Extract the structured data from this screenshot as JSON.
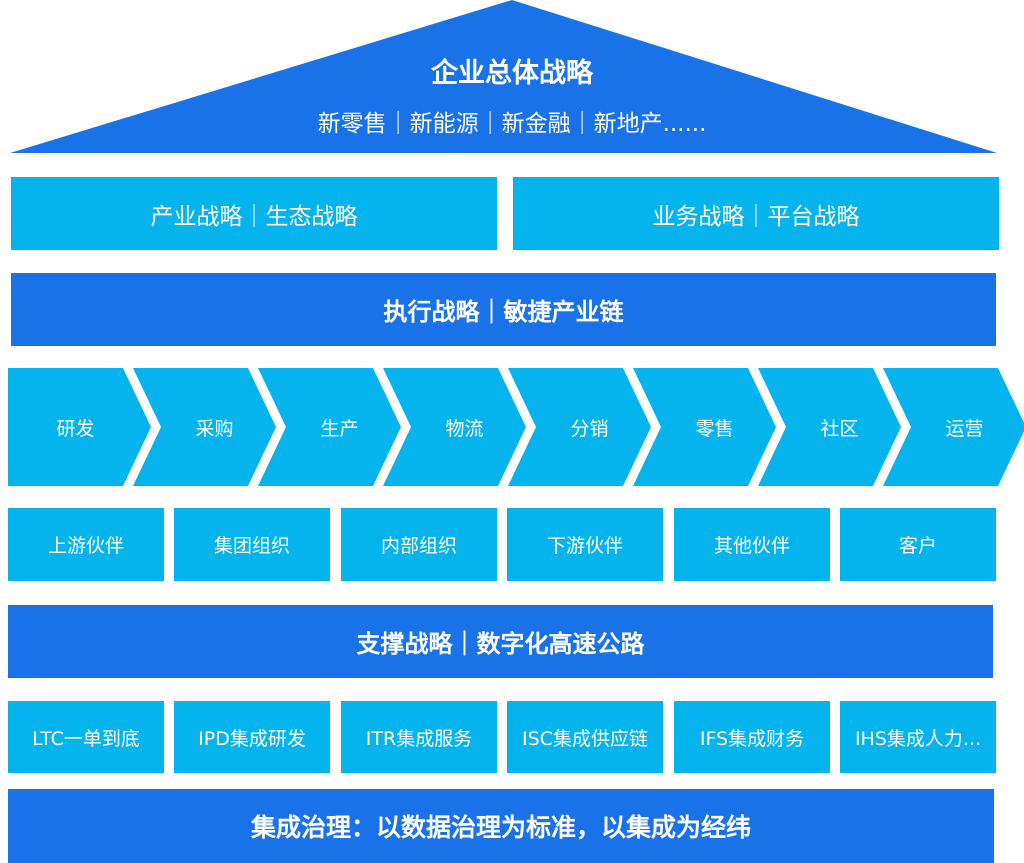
{
  "roof": {
    "title": "企业总体战略",
    "subtitle": "新零售｜新能源｜新金融｜新地产......"
  },
  "tier1": {
    "left": "产业战略｜生态战略",
    "right": "业务战略｜平台战略"
  },
  "execution_bar": "执行战略｜敏捷产业链",
  "value_chain": [
    "研发",
    "采购",
    "生产",
    "物流",
    "分销",
    "零售",
    "社区",
    "运营"
  ],
  "participants": [
    "上游伙伴",
    "集团组织",
    "内部组织",
    "下游伙伴",
    "其他伙伴",
    "客户"
  ],
  "support_bar": "支撑战略｜数字化高速公路",
  "processes": [
    "LTC一单到底",
    "IPD集成研发",
    "ITR集成服务",
    "ISC集成供应链",
    "IFS集成财务",
    "IHS集成人力..."
  ],
  "governance_bar": "集成治理：以数据治理为标准，以集成为经纬",
  "colors": {
    "dark_blue": "#1a72e8",
    "light_blue": "#05b4ed",
    "text": "#ffffff"
  }
}
